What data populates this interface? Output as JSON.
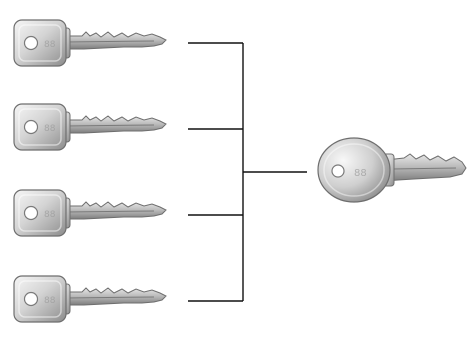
{
  "diagram": {
    "type": "master-key-system",
    "child_keys": [
      {
        "icon": "key-icon",
        "head_shape": "square"
      },
      {
        "icon": "key-icon",
        "head_shape": "square"
      },
      {
        "icon": "key-icon",
        "head_shape": "square"
      },
      {
        "icon": "key-icon",
        "head_shape": "square"
      }
    ],
    "master_key": {
      "icon": "master-key-icon",
      "head_shape": "round"
    },
    "colors": {
      "background": "#ffffff",
      "connector": "#111111",
      "key_metal_light": "#f2f2f2",
      "key_metal_mid": "#c9c9c9",
      "key_metal_dark": "#8a8a8a",
      "key_outline": "#6e6e6e"
    }
  }
}
